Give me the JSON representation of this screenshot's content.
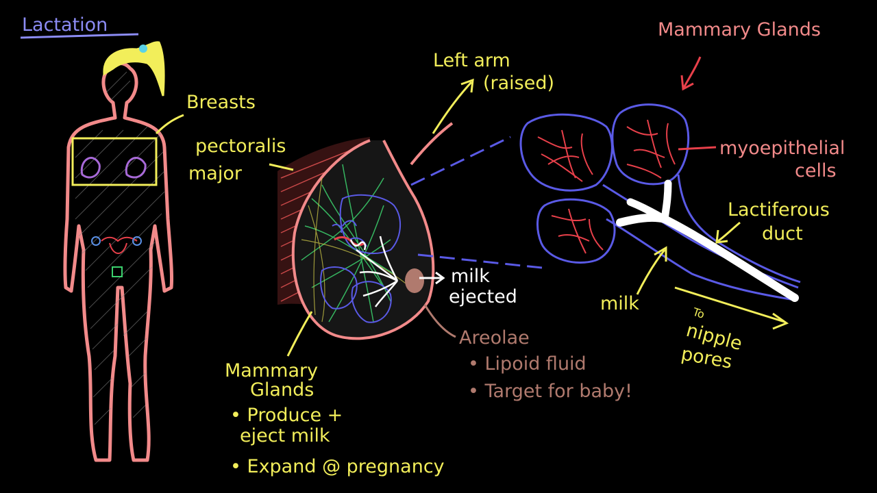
{
  "title": "Lactation",
  "labels": {
    "breasts": "Breasts",
    "pectoralis_1": "pectoralis",
    "pectoralis_2": "major",
    "left_arm_1": "Left arm",
    "left_arm_2": "(raised)",
    "mammary_top": "Mammary Glands",
    "myoepithelial_1": "myoepithelial",
    "myoepithelial_2": "cells",
    "lactiferous_1": "Lactiferous",
    "lactiferous_2": "duct",
    "milk_duct": "milk",
    "to_nipple_1": "To",
    "to_nipple_2": "nipple",
    "to_nipple_3": "pores",
    "milk_ejected_1": "milk",
    "milk_ejected_2": "ejected",
    "areolae": "Areolae",
    "areolae_b1": "• Lipoid fluid",
    "areolae_b2": "• Target for baby!",
    "mammary_bottom_1": "Mammary",
    "mammary_bottom_2": "Glands",
    "mg_b1_1": "• Produce +",
    "mg_b1_2": "eject milk",
    "mg_b2": "• Expand @ pregnancy"
  },
  "colors": {
    "yellow": "#f2ee5a",
    "pink": "#f28a8a",
    "blue": "#5a5ae6",
    "red": "#e8404a",
    "title_blue": "#8c8cf5",
    "green": "#3cd26e",
    "purple": "#a86ad8",
    "white": "#ffffff",
    "areola_brown": "#b07a6e"
  }
}
